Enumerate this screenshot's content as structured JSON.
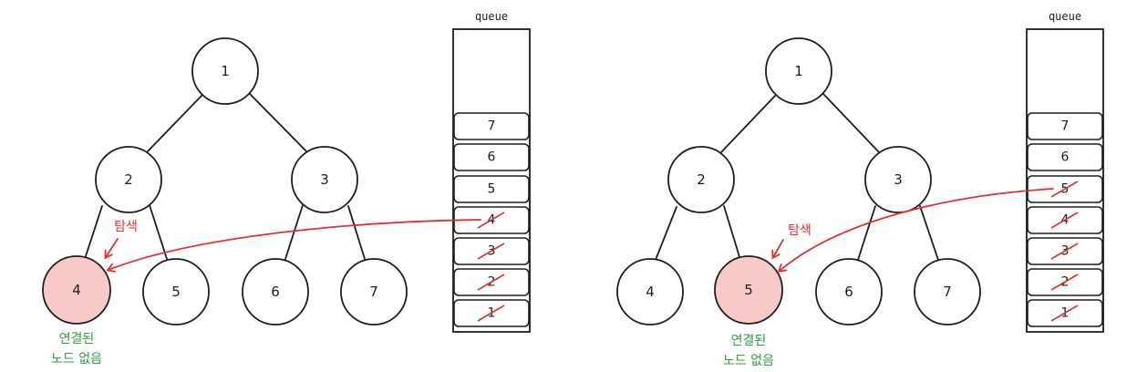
{
  "colors": {
    "line": "#1e1e1e",
    "highlight_fill": "#f8c9c9",
    "accent_red": "#e03131",
    "accent_green": "#2f9e44"
  },
  "queue_title": "queue",
  "explore_label": "탐색",
  "no_connection_label": [
    "연결된",
    "노드 없음"
  ],
  "panels": [
    {
      "nodes": [
        "1",
        "2",
        "3",
        "4",
        "5",
        "6",
        "7"
      ],
      "visited_node": "4",
      "queue_items": [
        "7",
        "6",
        "5",
        "4",
        "3",
        "2",
        "1"
      ],
      "struck_items": [
        "4",
        "3",
        "2",
        "1"
      ]
    },
    {
      "nodes": [
        "1",
        "2",
        "3",
        "4",
        "5",
        "6",
        "7"
      ],
      "visited_node": "5",
      "queue_items": [
        "7",
        "6",
        "5",
        "4",
        "3",
        "2",
        "1"
      ],
      "struck_items": [
        "5",
        "4",
        "3",
        "2",
        "1"
      ]
    }
  ]
}
